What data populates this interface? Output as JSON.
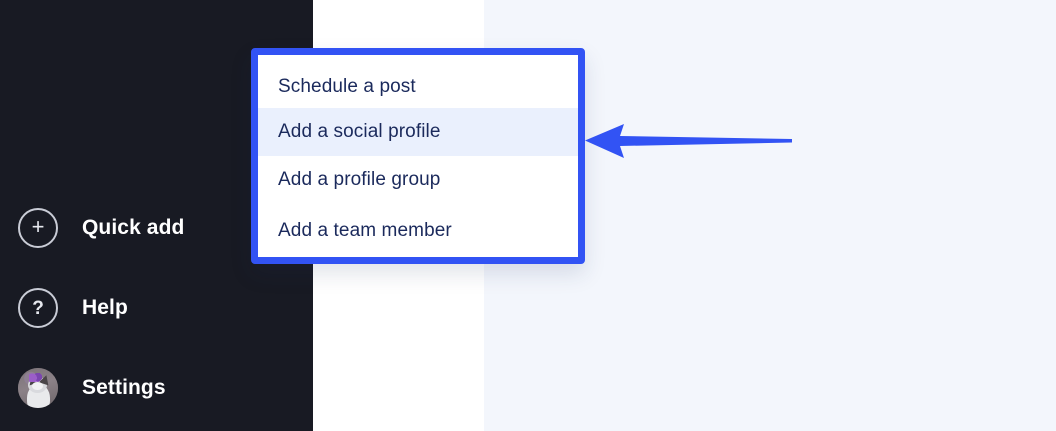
{
  "theme": {
    "sidebar_bg": "#181a23",
    "panel_bg": "#ffffff",
    "canvas_bg": "#f3f6fc",
    "accent_blue": "#3253f4",
    "menu_text": "#1b2a5c",
    "menu_highlight_bg": "#eaf0fd",
    "sidebar_text": "#ffffff"
  },
  "sidebar": {
    "items": [
      {
        "label": "Quick add",
        "icon": "plus-circle-icon",
        "glyph": "+"
      },
      {
        "label": "Help",
        "icon": "question-circle-icon",
        "glyph": "?"
      },
      {
        "label": "Settings",
        "icon": "avatar-icon",
        "glyph": ""
      }
    ]
  },
  "menu": {
    "items": [
      {
        "label": "Schedule a post",
        "highlighted": false
      },
      {
        "label": "Add a social profile",
        "highlighted": true
      },
      {
        "label": "Add a profile group",
        "highlighted": false
      },
      {
        "label": "Add a team member",
        "highlighted": false
      }
    ]
  },
  "annotation": {
    "arrow": {
      "color": "#3253f4",
      "direction": "left",
      "points_to": "Add a social profile"
    }
  }
}
